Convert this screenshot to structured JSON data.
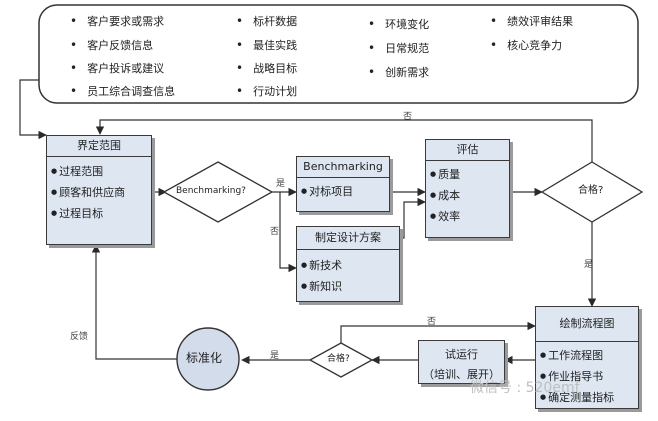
{
  "inputs": {
    "col1": [
      "客户要求或需求",
      "客户反馈信息",
      "客户投诉或建议",
      "员工综合调查信息"
    ],
    "col2": [
      "标杆数据",
      "最佳实践",
      "战略目标",
      "行动计划"
    ],
    "col3": [
      "环境变化",
      "日常规范",
      "创新需求"
    ],
    "col4": [
      "绩效评审结果",
      "核心竞争力"
    ]
  },
  "scope": {
    "title": "界定范围",
    "items": [
      "过程范围",
      "顾客和供应商",
      "过程目标"
    ]
  },
  "decision_benchmarking": {
    "label": "Benchmarking?",
    "yes": "是",
    "no": "否"
  },
  "benchmarking": {
    "title": "Benchmarking",
    "items": [
      "对标项目"
    ]
  },
  "design": {
    "title": "制定设计方案",
    "items": [
      "新技术",
      "新知识"
    ]
  },
  "evaluate": {
    "title": "评估",
    "items": [
      "质量",
      "成本",
      "效率"
    ]
  },
  "decision_pass1": {
    "label": "合格?",
    "yes": "是",
    "no": "否"
  },
  "flowchart": {
    "title": "绘制流程图",
    "items": [
      "工作流程图",
      "作业指导书",
      "确定测量指标"
    ]
  },
  "trial": {
    "title": "试运行",
    "subtitle": "（培训、展开）"
  },
  "decision_pass2": {
    "label": "合格?",
    "yes": "是",
    "no": "否"
  },
  "standardize": {
    "label": "标准化"
  },
  "feedback": {
    "label": "反馈"
  },
  "watermark": {
    "text": "微信号 : 520emf"
  }
}
